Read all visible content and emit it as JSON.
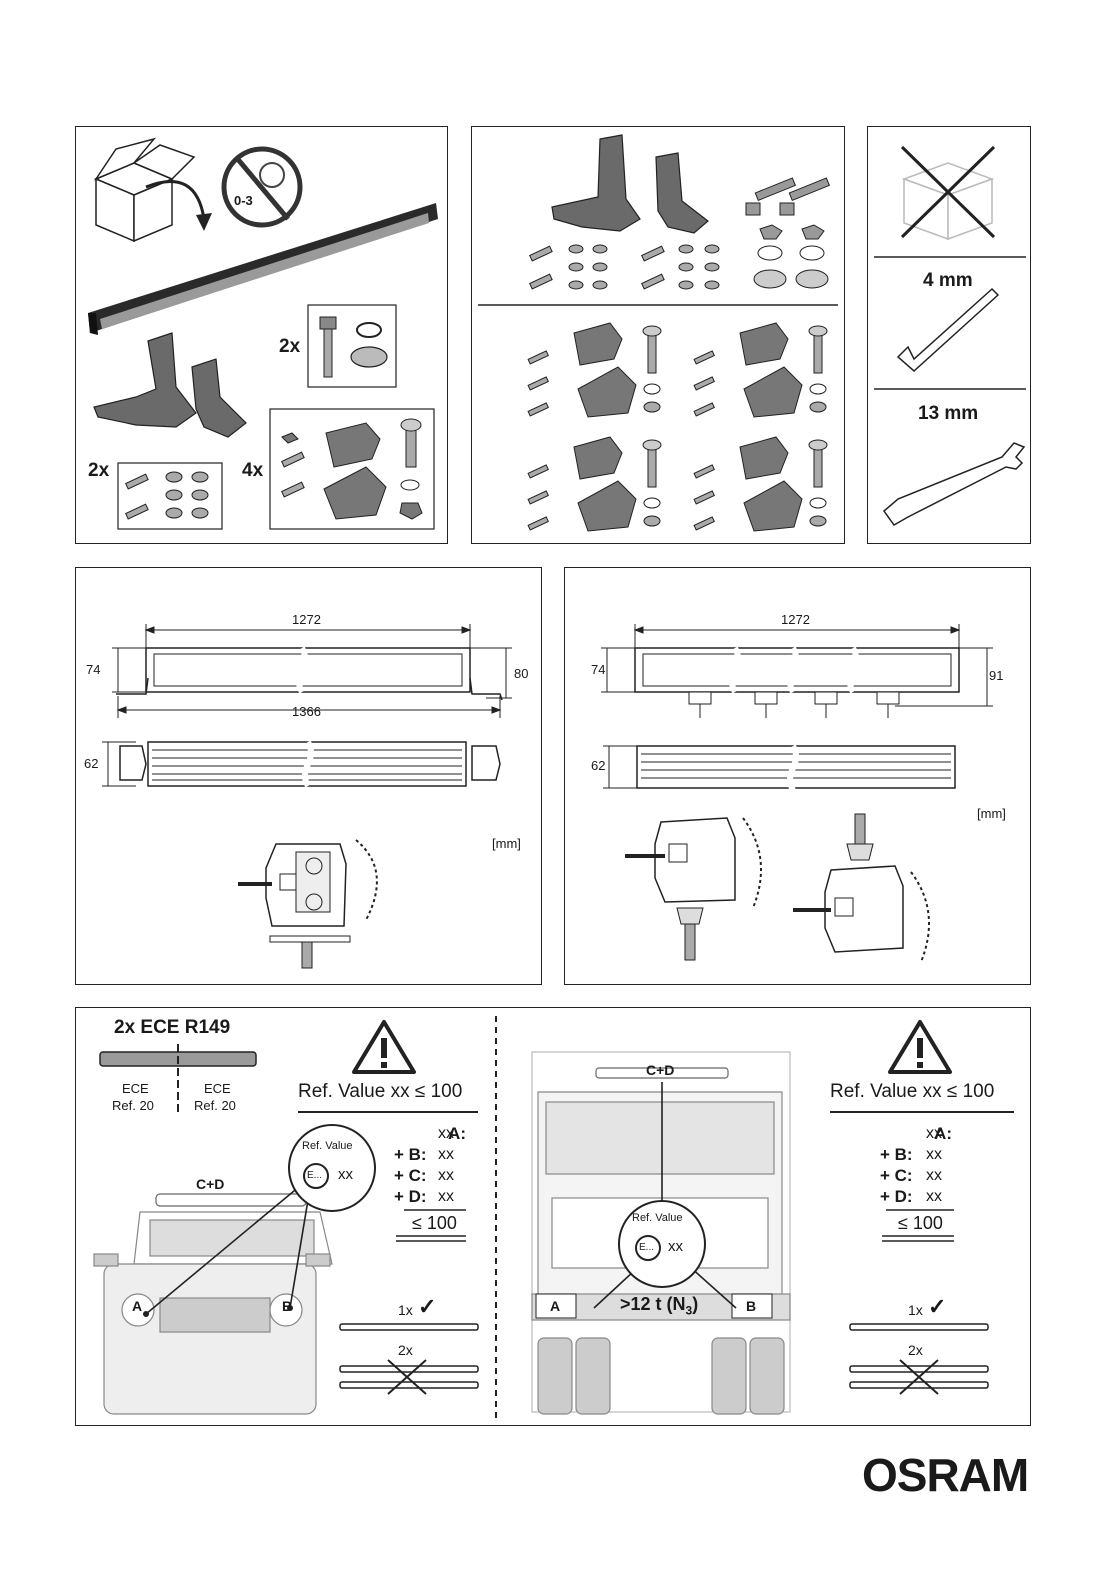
{
  "contents_panel": {
    "age_warning": "0-3",
    "qty_bolt_set": "2x",
    "qty_small_parts": "2x",
    "qty_clamp_set": "4x"
  },
  "tools_panel": {
    "hex_key_size": "4 mm",
    "wrench_size": "13 mm"
  },
  "dims_left": {
    "length": "1272",
    "height": "74",
    "height_with_bracket": "80",
    "bracket_span": "1366",
    "depth": "62",
    "unit": "[mm]"
  },
  "dims_right": {
    "length": "1272",
    "height": "74",
    "height_with_clamps": "91",
    "depth": "62",
    "unit": "[mm]"
  },
  "ece_panel": {
    "approval_title": "2x ECE R149",
    "ece_left_line1": "ECE",
    "ece_left_line2": "Ref. 20",
    "ece_right_line1": "ECE",
    "ece_right_line2": "Ref. 20",
    "ref_value_rule": "Ref. Value xx ≤ 100",
    "sum_rows": [
      {
        "key": "A:",
        "value": "xx"
      },
      {
        "key": "+ B:",
        "value": "xx"
      },
      {
        "key": "+ C:",
        "value": "xx"
      },
      {
        "key": "+ D:",
        "value": "xx"
      }
    ],
    "sum_total": "≤ 100",
    "bubble_title": "Ref. Value",
    "bubble_mark": "E...",
    "bubble_value": "xx",
    "roof_label": "C+D",
    "point_a": "A",
    "point_b": "B",
    "one_bar_label": "1x",
    "two_bars_label": "2x",
    "check_mark": "✓"
  },
  "truck_panel": {
    "roof_label": "C+D",
    "weight_class": ">12 t (N",
    "weight_class_sub": "3",
    "weight_class_end": ")",
    "ref_value_rule": "Ref. Value xx ≤ 100",
    "sum_rows": [
      {
        "key": "A:",
        "value": "xx"
      },
      {
        "key": "+ B:",
        "value": "xx"
      },
      {
        "key": "+ C:",
        "value": "xx"
      },
      {
        "key": "+ D:",
        "value": "xx"
      }
    ],
    "sum_total": "≤ 100",
    "bubble_title": "Ref. Value",
    "bubble_mark": "E...",
    "bubble_value": "xx",
    "point_a": "A",
    "point_b": "B",
    "one_bar_label": "1x",
    "two_bars_label": "2x",
    "check_mark": "✓"
  },
  "brand": {
    "logo": "OSRAM"
  }
}
